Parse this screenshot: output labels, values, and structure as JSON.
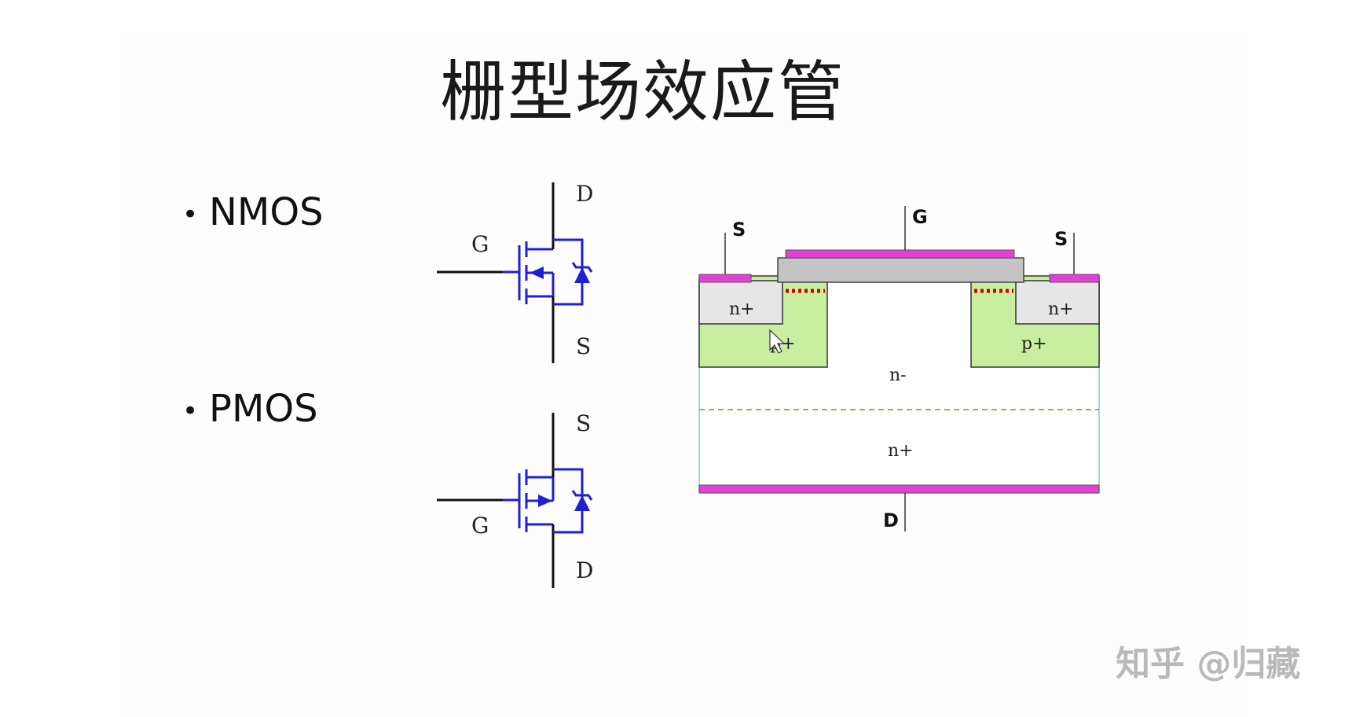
{
  "title": "栅型场效应管",
  "bullets": [
    {
      "label": "NMOS"
    },
    {
      "label": "PMOS"
    }
  ],
  "nmos_symbol": {
    "gate": "G",
    "drain": "D",
    "source": "S"
  },
  "pmos_symbol": {
    "gate": "G",
    "drain": "D",
    "source": "S"
  },
  "cross_section": {
    "source_left": "S",
    "gate": "G",
    "source_right": "S",
    "drain": "D",
    "n_plus_left": "n+",
    "n_plus_right": "n+",
    "p_plus_left": "p+",
    "p_plus_right": "p+",
    "n_minus": "n-",
    "n_plus_substrate": "n+"
  },
  "watermark": "知乎 @归藏",
  "colors": {
    "symbol_blue": "#1f1fd6",
    "metal_magenta": "#e43fd8",
    "oxide_gray": "#c4c4c4",
    "n_plus_gray": "#e6e6e6",
    "p_plus_green": "#c8eea0",
    "channel_red": "#cc0000",
    "boundary_olive": "#a9a55a"
  }
}
